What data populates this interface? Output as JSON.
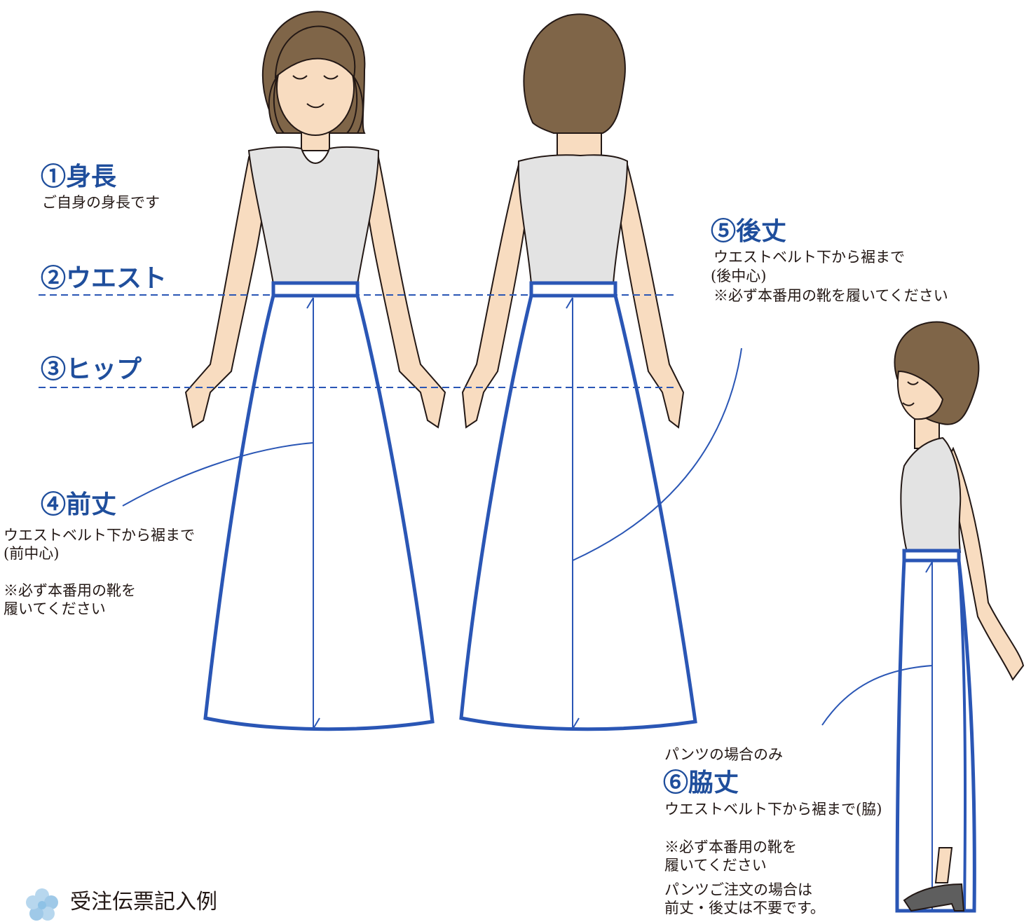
{
  "labels": {
    "height": {
      "title": "①身長",
      "desc": "ご自身の身長です"
    },
    "waist": {
      "title": "②ウエスト"
    },
    "hip": {
      "title": "③ヒップ"
    },
    "front_length": {
      "title": "④前丈",
      "line1": "ウエストベルト下から裾まで",
      "line2": "(前中心)",
      "note1": "※必ず本番用の靴を",
      "note2": "履いてください"
    },
    "back_length": {
      "title": "⑤後丈",
      "line1": "ウエストベルト下から裾まで",
      "line2": "(後中心)",
      "note": "※必ず本番用の靴を履いてください"
    },
    "side_length": {
      "pre": "パンツの場合のみ",
      "title": "⑥脇丈",
      "line1": "ウエストベルト下から裾まで(脇)",
      "note1": "※必ず本番用の靴を",
      "note2": "履いてください",
      "extra1": "パンツご注文の場合は",
      "extra2": "前丈・後丈は不要です。"
    }
  },
  "footer": {
    "text": "受注伝票記入例",
    "icon": "flower-icon"
  },
  "colors": {
    "accent": "#1f4e9c",
    "garment_line": "#2a56b5",
    "hair": "#7f6548",
    "skin": "#f8dcc0",
    "top": "#e3e3e3",
    "shoe": "#5e5e5e",
    "text": "#231815"
  }
}
